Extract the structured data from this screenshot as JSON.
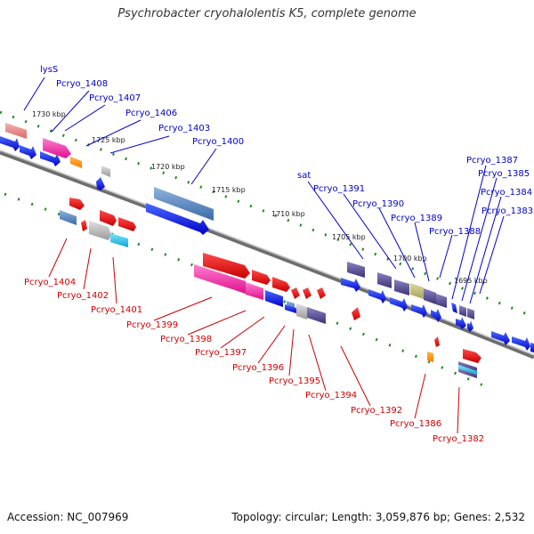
{
  "title": "Psychrobacter cryohalolentis K5, complete genome",
  "footer": {
    "accession": "Accession: NC_007969",
    "summary": "Topology: circular; Length: 3,059,876 bp; Genes: 2,532"
  },
  "ticks": [
    "1730 kbp",
    "1725 kbp",
    "1720 kbp",
    "1715 kbp",
    "1710 kbp",
    "1705 kbp",
    "1700 kbp",
    "1695 kbp"
  ],
  "labels_top": [
    "lysS",
    "Pcryo_1408",
    "Pcryo_1407",
    "Pcryo_1406",
    "Pcryo_1403",
    "Pcryo_1400",
    "sat",
    "Pcryo_1391",
    "Pcryo_1390",
    "Pcryo_1389",
    "Pcryo_1388",
    "Pcryo_1387",
    "Pcryo_1385",
    "Pcryo_1384",
    "Pcryo_1383"
  ],
  "labels_bottom": [
    "Pcryo_1404",
    "Pcryo_1402",
    "Pcryo_1401",
    "Pcryo_1399",
    "Pcryo_1398",
    "Pcryo_1397",
    "Pcryo_1396",
    "Pcryo_1395",
    "Pcryo_1394",
    "Pcryo_1392",
    "Pcryo_1386",
    "Pcryo_1382"
  ],
  "colors": {
    "forward": "#0000ee",
    "reverse": "#dd0000",
    "backbone": "#8a8a8a",
    "dots": "#228b22"
  }
}
